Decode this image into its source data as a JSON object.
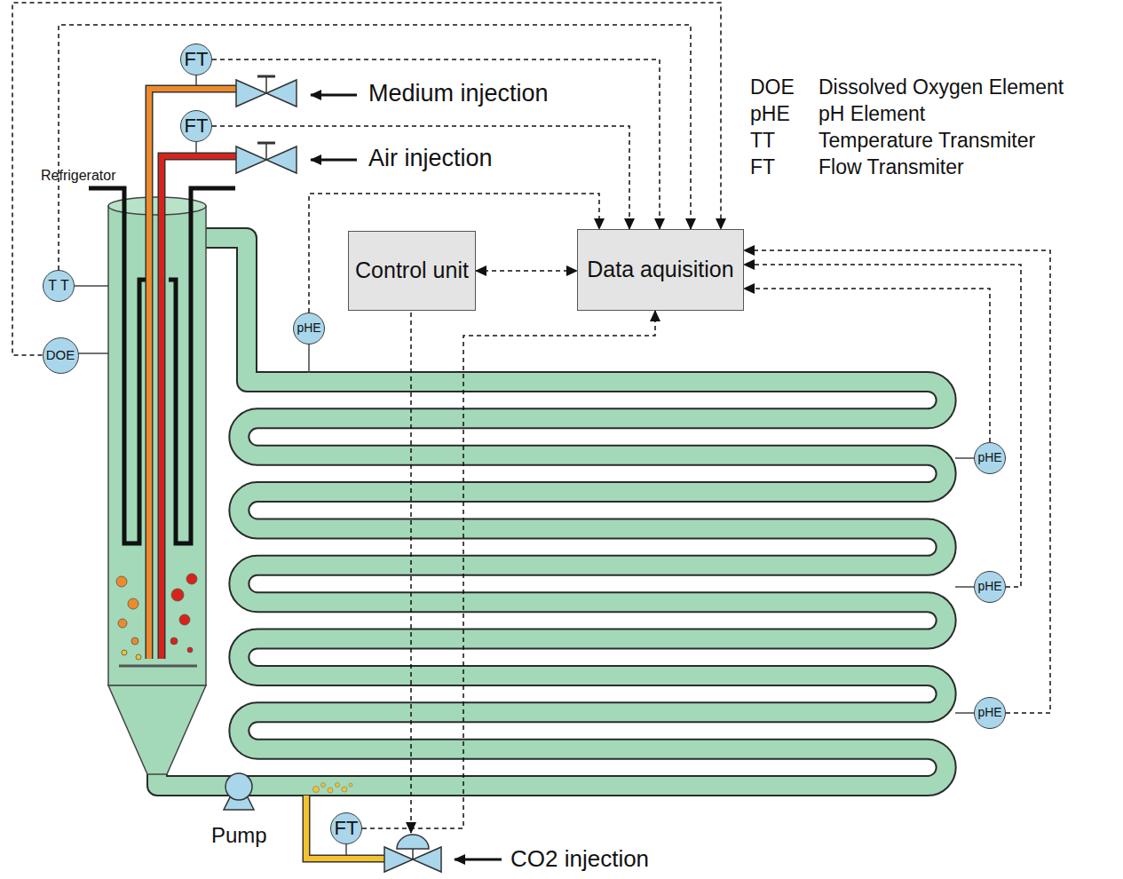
{
  "diagram": {
    "nodes": [
      {
        "text": [
          "FT"
        ]
      },
      {
        "text": [
          "FT"
        ]
      },
      {
        "text": [
          "T T"
        ]
      },
      {
        "text": [
          "DOE"
        ]
      },
      {
        "text": [
          "Control unit"
        ]
      },
      {
        "text": [
          "Data aquisition"
        ]
      },
      {
        "text": [
          "pHE"
        ]
      },
      {
        "text": [
          "pHE"
        ]
      },
      {
        "text": [
          "pHE"
        ]
      },
      {
        "text": [
          "pHE"
        ]
      },
      {
        "text": [
          "FT"
        ]
      }
    ],
    "edges": [
      {
        "from": 4,
        "to": 5,
        "arrow": "both"
      },
      {
        "from": 0,
        "to": 5,
        "arrow": "to"
      },
      {
        "from": 1,
        "to": 5,
        "arrow": "to"
      },
      {
        "from": 2,
        "to": 5,
        "arrow": "to"
      },
      {
        "from": 3,
        "to": 5,
        "arrow": "to"
      },
      {
        "from": 6,
        "to": 5,
        "arrow": "to"
      },
      {
        "from": 7,
        "to": 5,
        "arrow": "to"
      },
      {
        "from": 8,
        "to": 5,
        "arrow": "to"
      },
      {
        "from": 9,
        "to": 5,
        "arrow": "to"
      },
      {
        "from": 10,
        "to": 5,
        "arrow": "to"
      }
    ],
    "labels": [
      "Medium injection",
      "Air injection",
      "Refrigerator",
      "Pump",
      "CO2 injection",
      "DOE",
      "Dissolved Oxygen Element",
      "pHE",
      "pH Element",
      "TT",
      "Temperature Transmiter",
      "FT",
      "Flow Transmiter"
    ]
  }
}
